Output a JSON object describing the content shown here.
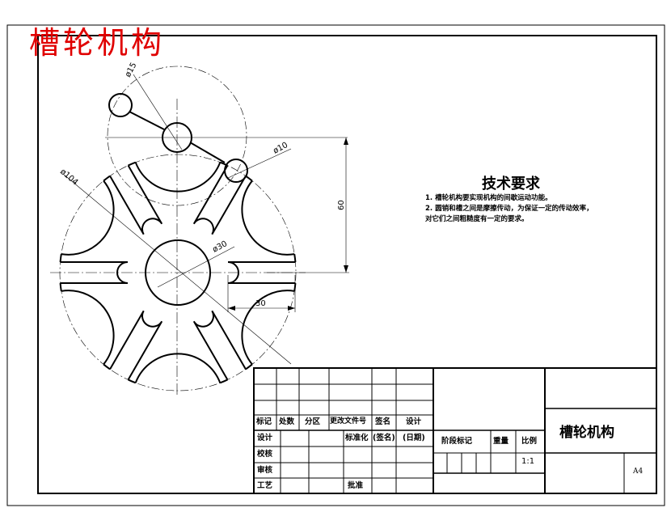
{
  "title": "槽轮机构",
  "tech": {
    "heading": "技术要求",
    "line1": "1. 槽轮机构要实现机构的间歇运动功能。",
    "line2": "2. 圆销和槽之间是摩擦传动，为保证一定的传动效率，",
    "line3": "对它们之间粗糙度有一定的要求。"
  },
  "dims": {
    "d15": "ø15",
    "d10": "ø10",
    "d104": "ø104",
    "d30": "ø30",
    "h60": "60",
    "w30": "30"
  },
  "titleblock": {
    "biaoji": "标记",
    "chushu": "处数",
    "fenqu": "分区",
    "genggai": "更改文件号",
    "qianming": "签名",
    "sheji_top": "设计",
    "sheji": "设计",
    "biaozhunhua": "标准化",
    "qianming2": "(签名)",
    "riqi": "(日期)",
    "jieduan": "阶段标记",
    "zhongliang": "重量",
    "bili": "比例",
    "jiaohe": "校核",
    "shenhe": "审核",
    "gongyi": "工艺",
    "pizhun": "批准",
    "ratio": "1:1",
    "part_name": "槽轮机构",
    "size": "A4"
  }
}
